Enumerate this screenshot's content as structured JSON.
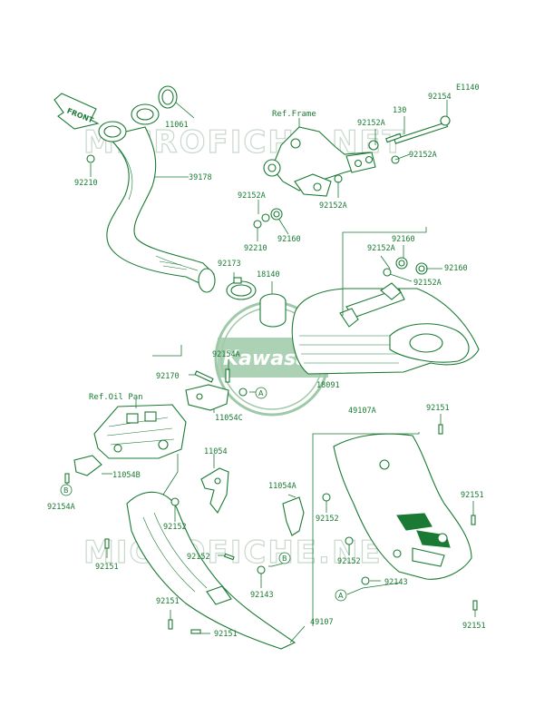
{
  "diagram_code": "E1140",
  "watermark_text": "MICROFICHE.NET",
  "watermark_logo": "Kawasaki",
  "front_label": "FRONT",
  "ref_frame": "Ref.Frame",
  "ref_oil_pan": "Ref.Oil Pan",
  "callouts": {
    "a": "A",
    "b": "B"
  },
  "parts": {
    "p11061": "11061",
    "p39178": "39178",
    "p92210_top": "92210",
    "p92154_top": "92154",
    "p130": "130",
    "p92152A_1": "92152A",
    "p92152A_2": "92152A",
    "p92152A_3": "92152A",
    "p92152A_4": "92152A",
    "p92152A_5": "92152A",
    "p92152A_6": "92152A",
    "p92210_mid": "92210",
    "p92160_1": "92160",
    "p92160_2": "92160",
    "p92160_3": "92160",
    "p92173": "92173",
    "p18140": "18140",
    "p18091": "18091",
    "p92154A_1": "92154A",
    "p92170": "92170",
    "p11054C": "11054C",
    "p11054B": "11054B",
    "p92154A_2": "92154A",
    "p11054": "11054",
    "p92152_1": "92152",
    "p92151_1": "92151",
    "p92152_2": "92152",
    "p92143_1": "92143",
    "p92151_2": "92151",
    "p92151_3": "92151",
    "p49107": "49107",
    "p49107A": "49107A",
    "p92151_4": "92151",
    "p11054A": "11054A",
    "p92152_3": "92152",
    "p92151_5": "92151",
    "p92152_4": "92152",
    "p92143_2": "92143",
    "p92151_6": "92151"
  },
  "colors": {
    "line": "#1a7a33",
    "watermark": "#c9d8cd",
    "background": "#ffffff"
  }
}
